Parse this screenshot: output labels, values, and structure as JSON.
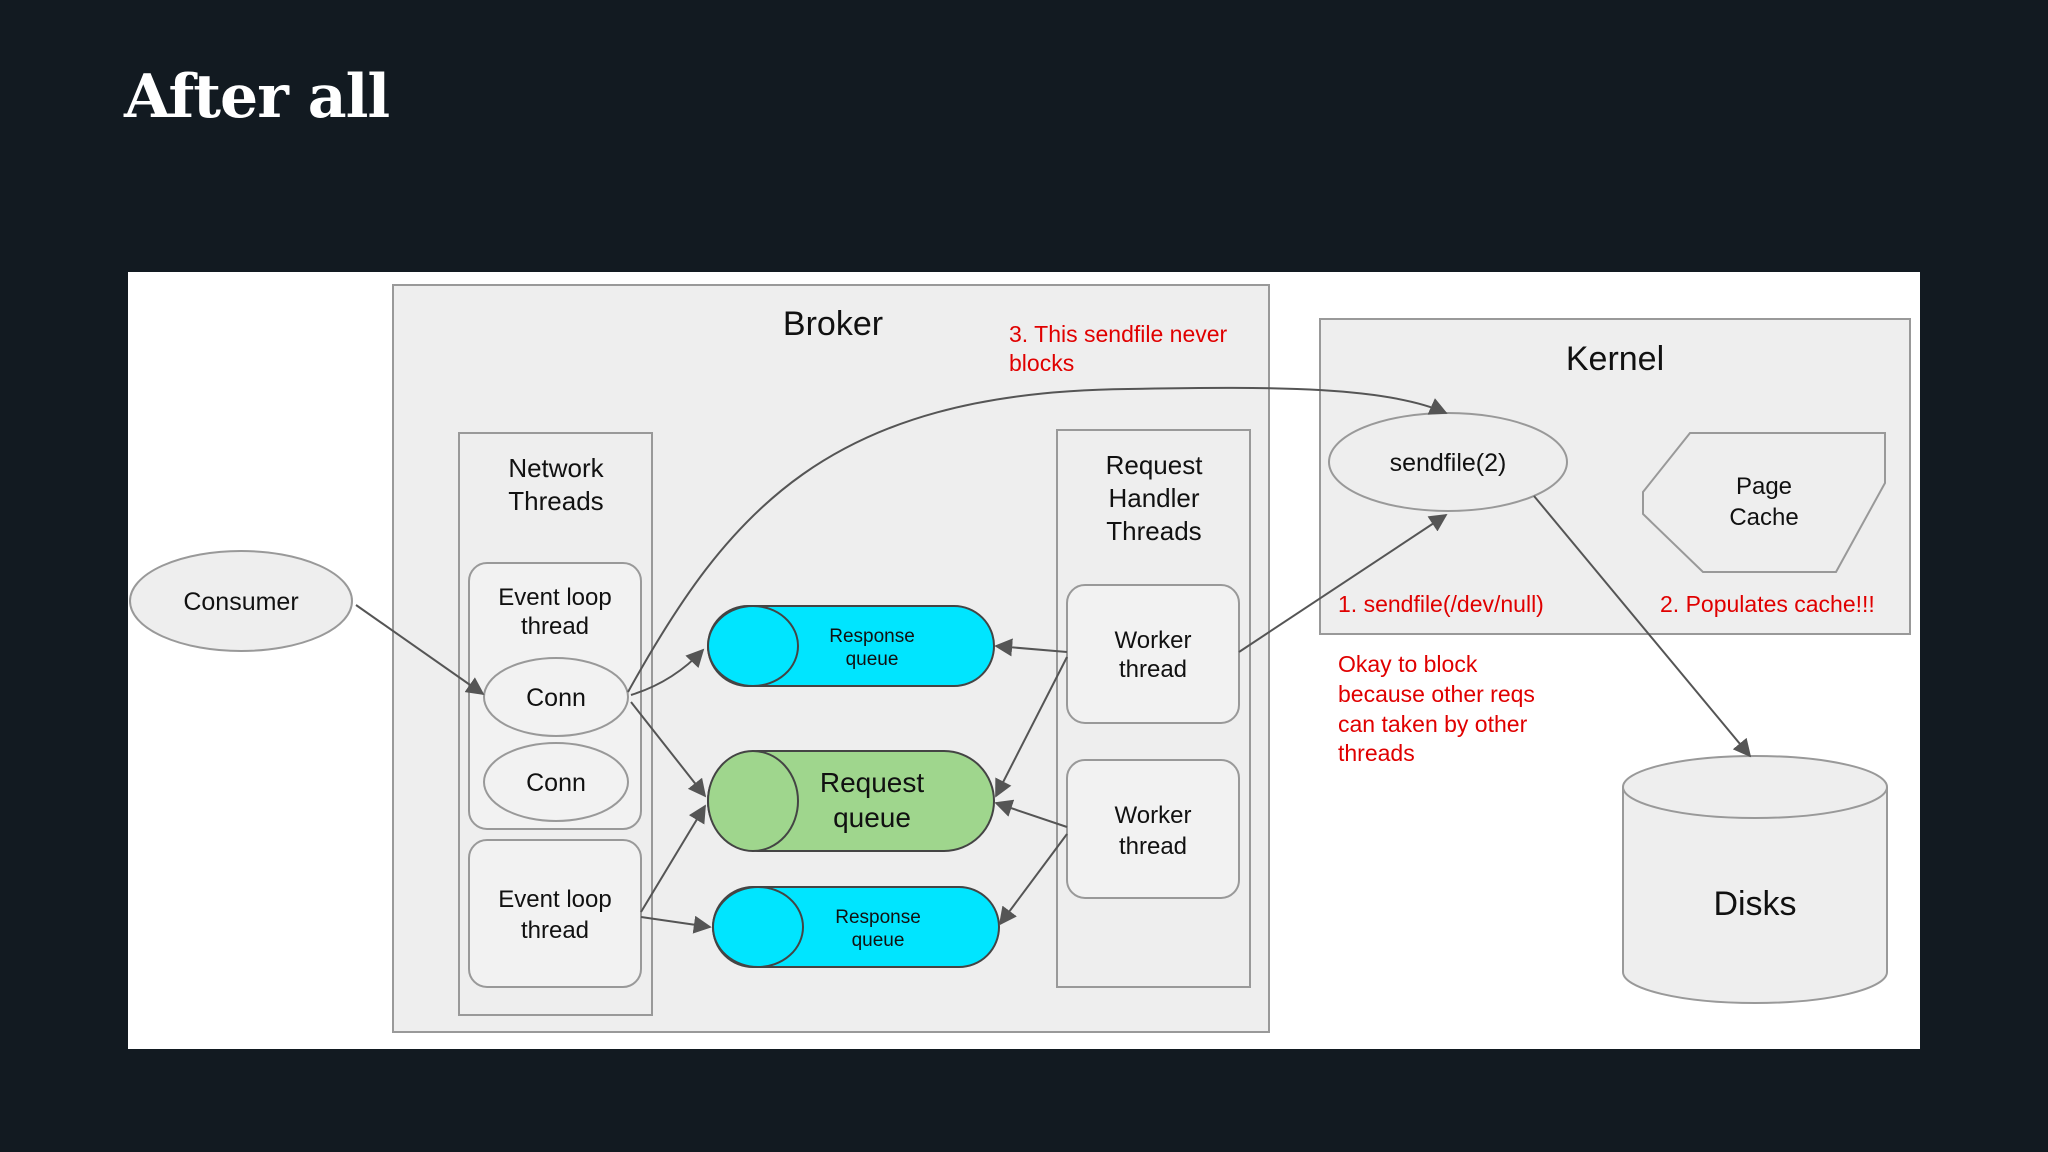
{
  "slide": {
    "title": "After all"
  },
  "diagram": {
    "consumer": "Consumer",
    "broker": {
      "title": "Broker",
      "network_threads": {
        "title_line1": "Network",
        "title_line2": "Threads"
      },
      "event_loop_1": {
        "line1": "Event loop",
        "line2": "thread"
      },
      "event_loop_2": {
        "line1": "Event loop",
        "line2": "thread"
      },
      "conn_1": "Conn",
      "conn_2": "Conn",
      "response_queue_top": {
        "line1": "Response",
        "line2": "queue"
      },
      "request_queue": {
        "line1": "Request",
        "line2": "queue"
      },
      "response_queue_bottom": {
        "line1": "Response",
        "line2": "queue"
      },
      "request_handler": {
        "line1": "Request",
        "line2": "Handler",
        "line3": "Threads"
      },
      "worker_1": {
        "line1": "Worker",
        "line2": "thread"
      },
      "worker_2": {
        "line1": "Worker",
        "line2": "thread"
      }
    },
    "kernel": {
      "title": "Kernel",
      "sendfile": "sendfile(2)",
      "page_cache": {
        "line1": "Page",
        "line2": "Cache"
      }
    },
    "disks": "Disks",
    "annotations": {
      "note_3": {
        "line1": "3. This sendfile never",
        "line2": "blocks"
      },
      "note_1": "1. sendfile(/dev/null)",
      "note_2": "2. Populates cache!!!",
      "okay_block": {
        "line1": "Okay to block",
        "line2": "because other reqs",
        "line3": "can taken by other",
        "line4": "threads"
      }
    },
    "colors": {
      "response_queue": "#00e5ff",
      "request_queue": "#9fd68d",
      "annotation": "#e00000",
      "container_fill": "#eeeeee",
      "box_fill": "#f2f2f2"
    }
  }
}
